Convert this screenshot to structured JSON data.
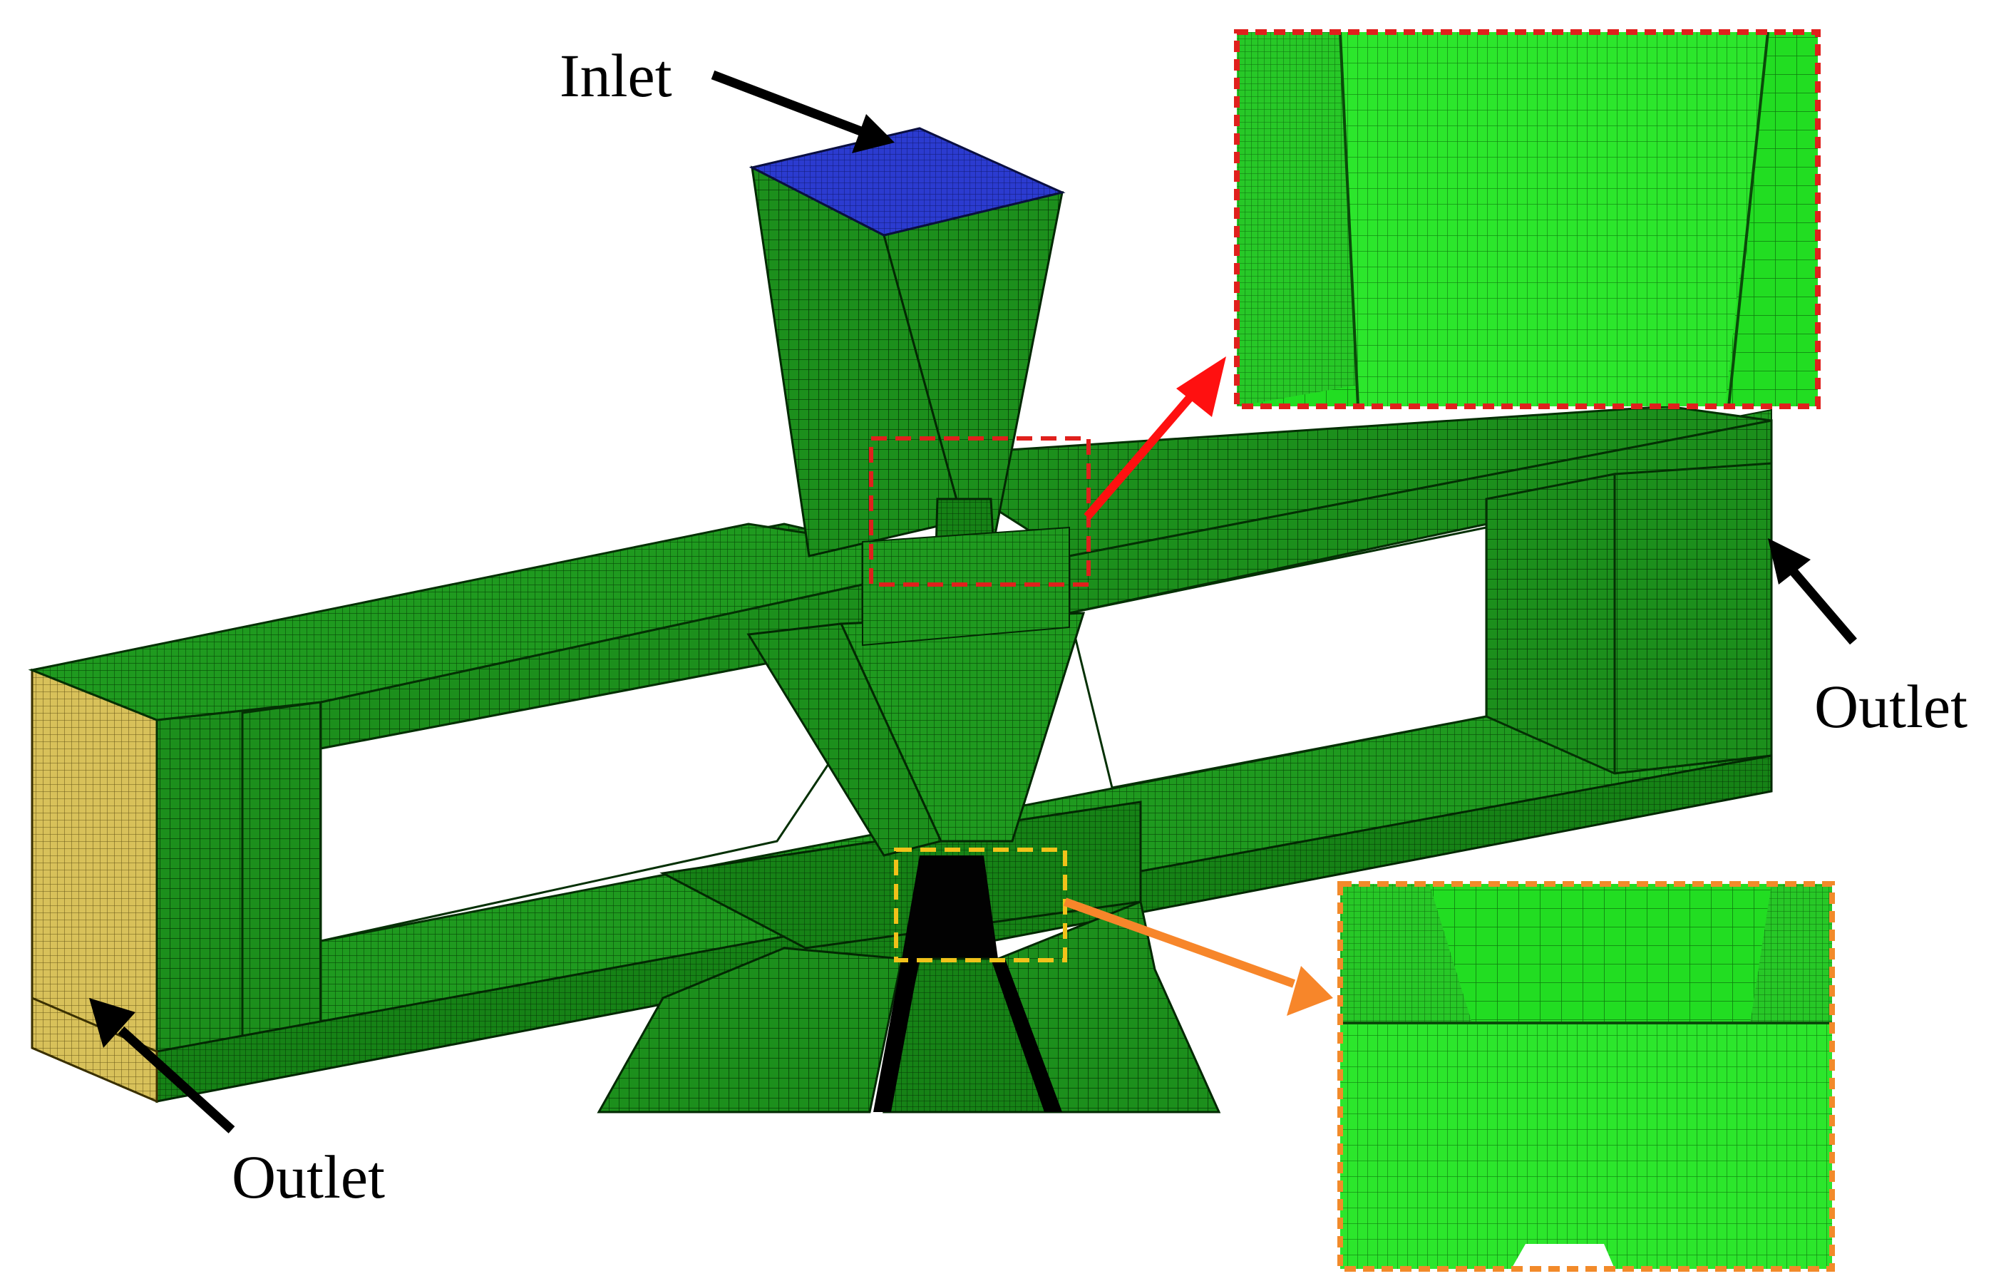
{
  "labels": {
    "inlet": "Inlet",
    "outlet_left": "Outlet",
    "outlet_right": "Outlet"
  },
  "colors": {
    "mesh_green": "#1c8f1c",
    "mesh_green_light": "#2fb42f",
    "mesh_green_dark": "#0c6a0c",
    "zoom_green": "#22dd22",
    "inlet_face": "#2b3bd0",
    "outlet_face": "#d8c15a",
    "arrow_black": "#000000",
    "arrow_red": "#ff1010",
    "arrow_orange": "#f7862a",
    "box_red": "#e0201c",
    "box_yellow": "#f2c21a",
    "box_orange": "#f28a2a"
  }
}
